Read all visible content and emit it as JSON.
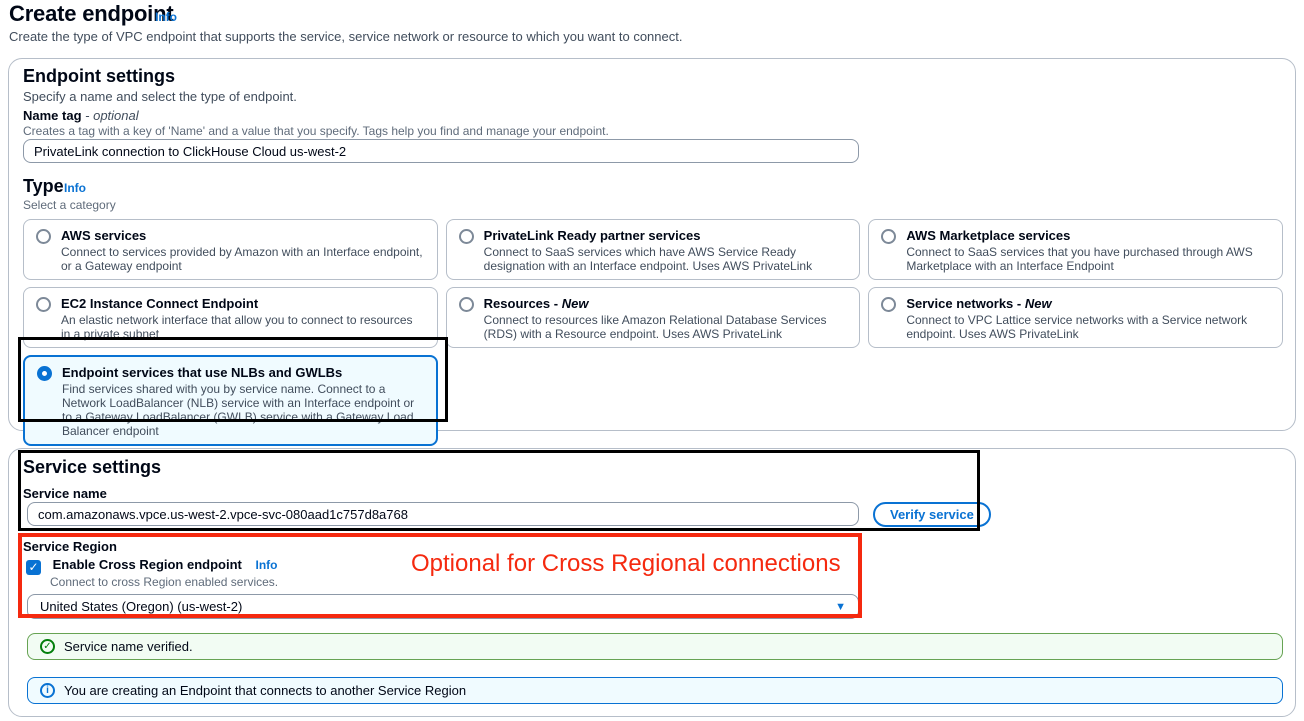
{
  "page": {
    "title": "Create endpoint",
    "title_info": "Info",
    "subtitle": "Create the type of VPC endpoint that supports the service, service network or resource to which you want to connect."
  },
  "endpoint_settings": {
    "heading": "Endpoint settings",
    "description": "Specify a name and select the type of endpoint.",
    "name_tag": {
      "label": "Name tag",
      "label_suffix": "- optional",
      "help": "Creates a tag with a key of 'Name' and a value that you specify. Tags help you find and manage your endpoint.",
      "value": "PrivateLink connection to ClickHouse Cloud us-west-2"
    },
    "type": {
      "heading": "Type",
      "info": "Info",
      "description": "Select a category",
      "options": [
        {
          "label": "AWS services",
          "suffix": "",
          "description": "Connect to services provided by Amazon with an Interface endpoint, or a Gateway endpoint",
          "selected": false
        },
        {
          "label": "PrivateLink Ready partner services",
          "suffix": "",
          "description": "Connect to SaaS services which have AWS Service Ready designation with an Interface endpoint. Uses AWS PrivateLink",
          "selected": false
        },
        {
          "label": "AWS Marketplace services",
          "suffix": "",
          "description": "Connect to SaaS services that you have purchased through AWS Marketplace with an Interface Endpoint",
          "selected": false
        },
        {
          "label": "EC2 Instance Connect Endpoint",
          "suffix": "",
          "description": "An elastic network interface that allow you to connect to resources in a private subnet",
          "selected": false
        },
        {
          "label": "Resources -",
          "suffix": "New",
          "description": "Connect to resources like Amazon Relational Database Services (RDS) with a Resource endpoint. Uses AWS PrivateLink",
          "selected": false
        },
        {
          "label": "Service networks -",
          "suffix": "New",
          "description": "Connect to VPC Lattice service networks with a Service network endpoint. Uses AWS PrivateLink",
          "selected": false
        },
        {
          "label": "Endpoint services that use NLBs and GWLBs",
          "suffix": "",
          "description": "Find services shared with you by service name. Connect to a Network LoadBalancer (NLB) service with an Interface endpoint or to a Gateway LoadBalancer (GWLB) service with a Gateway Load Balancer endpoint",
          "selected": true
        }
      ]
    }
  },
  "service_settings": {
    "heading": "Service settings",
    "service_name": {
      "label": "Service name",
      "value": "com.amazonaws.vpce.us-west-2.vpce-svc-080aad1c757d8a768",
      "verify_button": "Verify service"
    },
    "service_region": {
      "label": "Service Region",
      "checkbox_label": "Enable Cross Region endpoint",
      "checkbox_info": "Info",
      "checkbox_checked": true,
      "checkmark": "✓",
      "help": "Connect to cross Region enabled services.",
      "region_value": "United States (Oregon) (us-west-2)",
      "caret": "▼"
    },
    "alerts": {
      "success": "Service name verified.",
      "success_icon": "✓",
      "info": "You are creating an Endpoint that connects to another Service Region",
      "info_icon": "i"
    }
  },
  "annotations": {
    "cross_region_note": "Optional for Cross Regional connections"
  },
  "colors": {
    "accent": "#0972d3",
    "success_green": "#037f0c",
    "success_bg": "#f2fcf3",
    "info_bg": "#f0fbff",
    "annotation_red": "#f5290f",
    "annotation_black": "#000000"
  }
}
